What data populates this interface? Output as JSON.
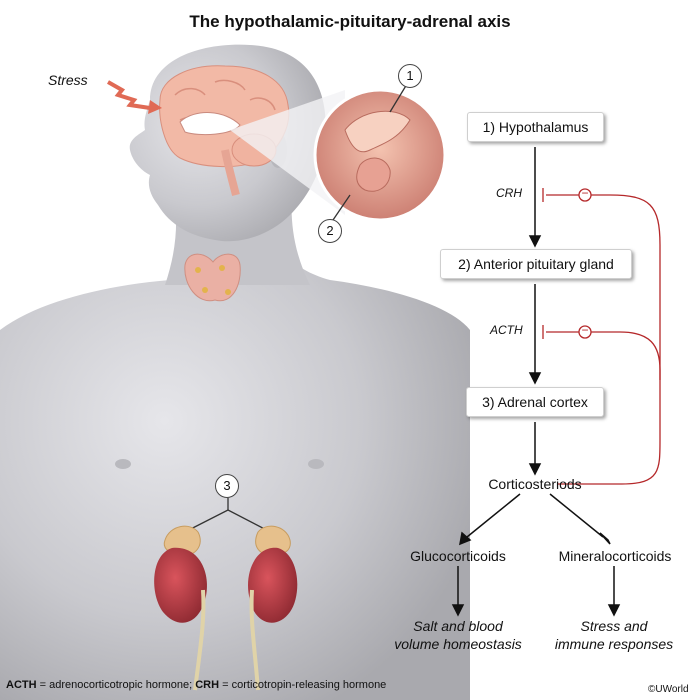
{
  "title": "The hypothalamic-pituitary-adrenal axis",
  "stress_label": "Stress",
  "markers": [
    "1",
    "2",
    "3"
  ],
  "nodes": {
    "hypothalamus": "1) Hypothalamus",
    "pituitary": "2) Anterior pituitary gland",
    "adrenal": "3) Adrenal cortex",
    "corticosteriods": "Corticosteriods",
    "glucocorticoids": "Glucocorticoids",
    "mineralocorticoids": "Mineralocorticoids"
  },
  "edge_labels": {
    "crh": "CRH",
    "acth": "ACTH"
  },
  "inhibition_symbol": "−",
  "outcomes": {
    "left_line1": "Salt and blood",
    "left_line2": "volume homeostasis",
    "right_line1": "Stress and",
    "right_line2": "immune responses"
  },
  "footer": {
    "acth_abbr": "ACTH",
    "acth_def": " = adrenocorticotropic hormone; ",
    "crh_abbr": "CRH",
    "crh_def": " = corticotropin-releasing hormone"
  },
  "credit": "©UWorld",
  "colors": {
    "inhibition": "#b5282a",
    "skin": "#c9c9ce",
    "brain": "#f2b9a6",
    "kidney": "#b0353d"
  }
}
